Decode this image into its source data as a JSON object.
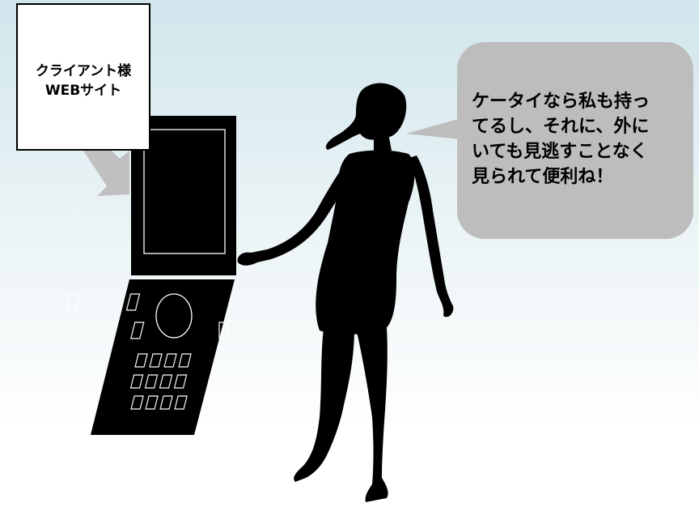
{
  "colors": {
    "background_top": "#d0e6ec",
    "background_bottom": "#ffffff",
    "silhouette": "#000000",
    "bubble": "#bdbdbd",
    "arrow": "#c0c0c0"
  },
  "web_card": {
    "lines": [
      "クライアント様",
      "WEBサイト"
    ]
  },
  "speech_bubble": {
    "lines": [
      "ケータイなら私も持っ",
      "てるし、それに、外に",
      "いても見逃すことなく",
      "見られて便利ね！"
    ]
  },
  "icons": {
    "phone": "flip-phone-icon",
    "person": "woman-silhouette-icon",
    "arrow": "arrow-down-right-icon"
  }
}
